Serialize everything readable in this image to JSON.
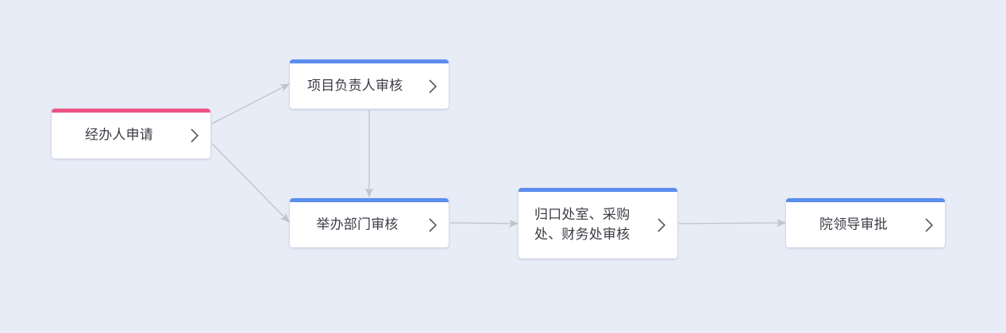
{
  "diagram": {
    "nodes": [
      {
        "id": "n1",
        "label": "经办人申请",
        "accent": "#ee5587",
        "icon": "chevron-right-icon"
      },
      {
        "id": "n2",
        "label": "项目负责人审核",
        "accent": "#5b8def",
        "icon": "chevron-right-icon"
      },
      {
        "id": "n3",
        "label": "举办部门审核",
        "accent": "#5b8def",
        "icon": "chevron-right-icon"
      },
      {
        "id": "n4",
        "label": "归口处室、采购处、财务处审核",
        "accent": "#5b8def",
        "icon": "chevron-right-icon"
      },
      {
        "id": "n5",
        "label": "院领导审批",
        "accent": "#5b8def",
        "icon": "chevron-right-icon"
      }
    ],
    "edges": [
      {
        "from": "n1",
        "to": "n2"
      },
      {
        "from": "n1",
        "to": "n3"
      },
      {
        "from": "n2",
        "to": "n3"
      },
      {
        "from": "n3",
        "to": "n4"
      },
      {
        "from": "n4",
        "to": "n5"
      }
    ],
    "colors": {
      "background": "#e8ecf7",
      "edge": "#bfc3cc",
      "start_accent": "#ee5587",
      "step_accent": "#5b8def"
    }
  }
}
